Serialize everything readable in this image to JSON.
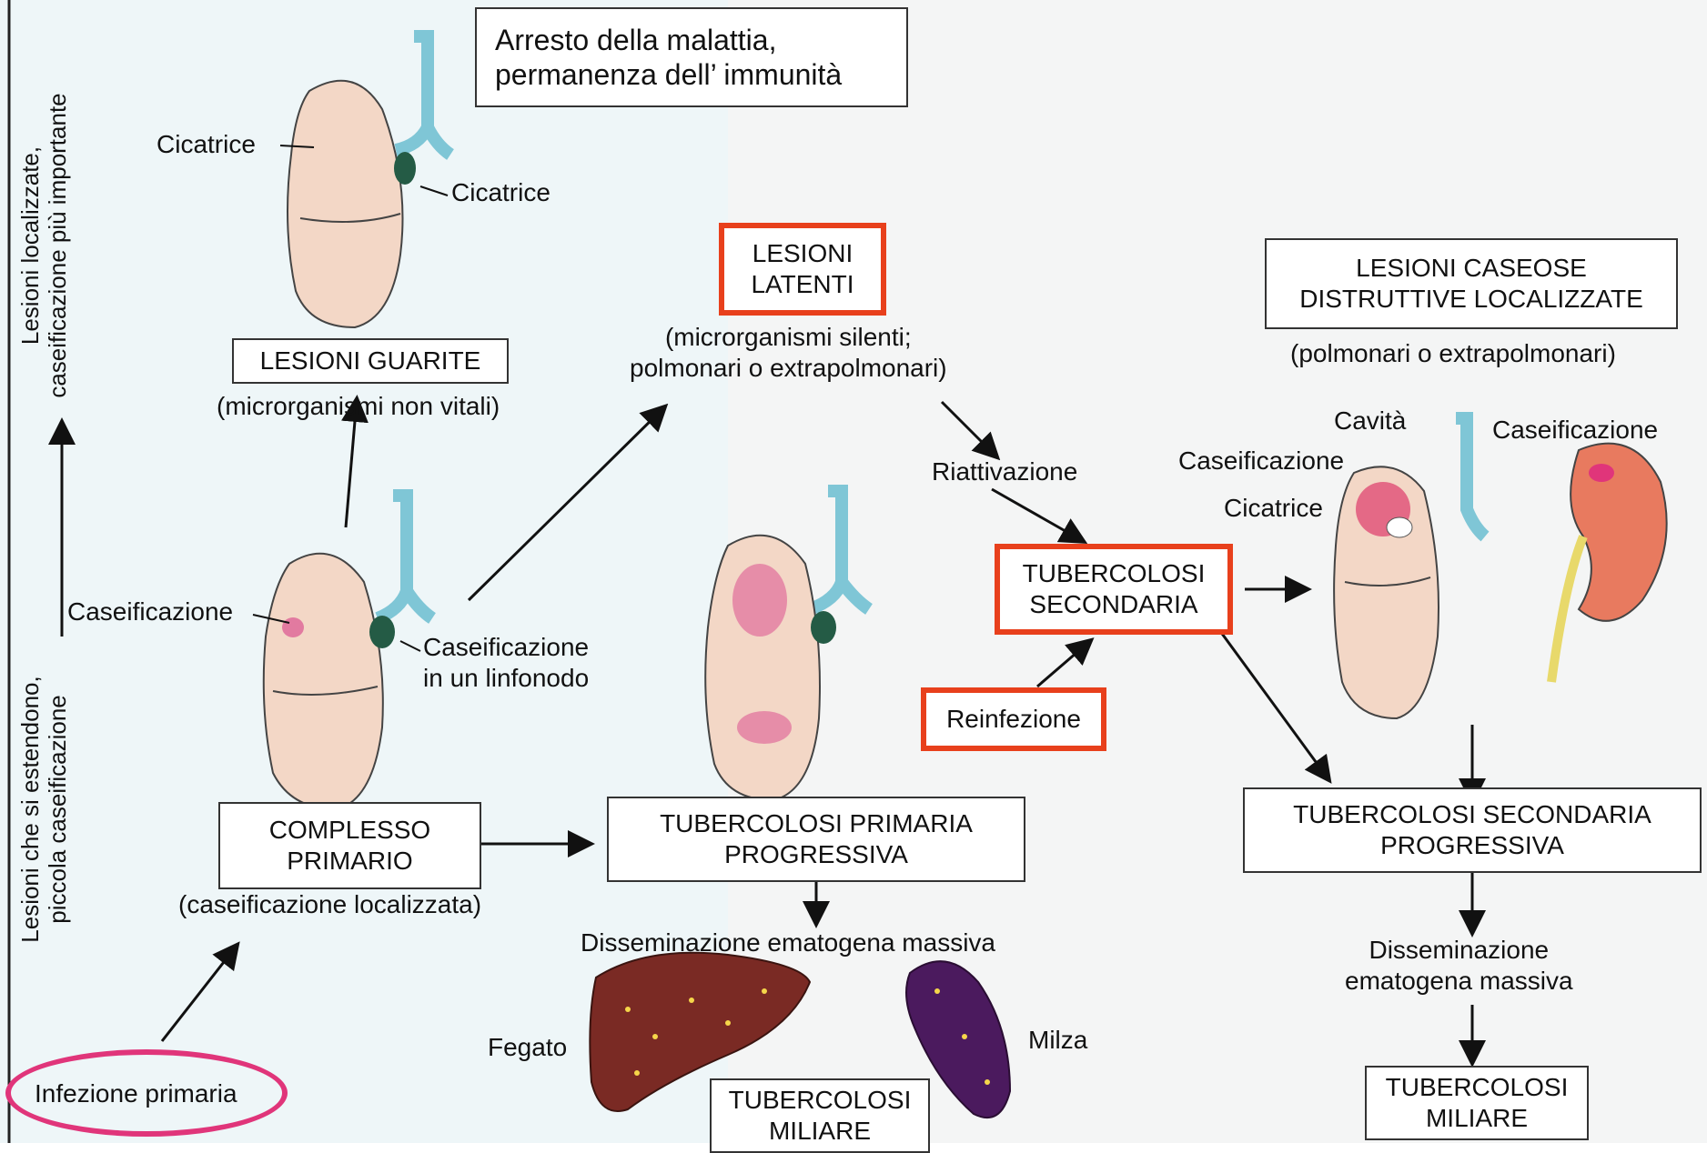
{
  "header": {
    "top_box": "Arresto della malattia,\npermanenza dell’ immunità"
  },
  "axis": {
    "top": "Lesioni localizzate,\ncaseificazione più importante",
    "bottom": "Lesioni che si estendono,\npiccola caseificazione"
  },
  "left": {
    "cicatrice1": "Cicatrice",
    "cicatrice2": "Cicatrice",
    "guarite": "LESIONI GUARITE",
    "guarite_note": "(microrganismi non vitali)",
    "caseificazione": "Caseificazione",
    "linfonodo": "Caseificazione\nin un linfonodo",
    "complesso": "COMPLESSO\nPRIMARIO",
    "complesso_note": "(caseificazione localizzata)",
    "infezione": "Infezione primaria"
  },
  "middle": {
    "latenti": "LESIONI\nLATENTI",
    "latenti_note": "(microrganismi silenti;\npolmonari o extrapolmonari)",
    "riattivazione": "Riattivazione",
    "secondaria": "TUBERCOLOSI\nSECONDARIA",
    "reinfezione": "Reinfezione",
    "primaria_prog": "TUBERCOLOSI PRIMARIA\nPROGRESSIVA",
    "dissem": "Disseminazione ematogena massiva",
    "fegato": "Fegato",
    "milza": "Milza",
    "miliare1": "TUBERCOLOSI\nMILIARE"
  },
  "right": {
    "caseose": "LESIONI CASEOSE\nDISTRUTTIVE LOCALIZZATE",
    "caseose_note": "(polmonari o extrapolmonari)",
    "cavita": "Cavità",
    "caseificazione_a": "Caseificazione",
    "caseificazione_b": "Caseificazione",
    "cicatrice": "Cicatrice",
    "sec_prog": "TUBERCOLOSI SECONDARIA\nPROGRESSIVA",
    "dissem": "Disseminazione\nematogena massiva",
    "miliare2": "TUBERCOLOSI\nMILIARE"
  },
  "colors": {
    "highlight_red": "#e8401c",
    "highlight_pink": "#e0357a",
    "lung": "#f3d7c6"
  }
}
